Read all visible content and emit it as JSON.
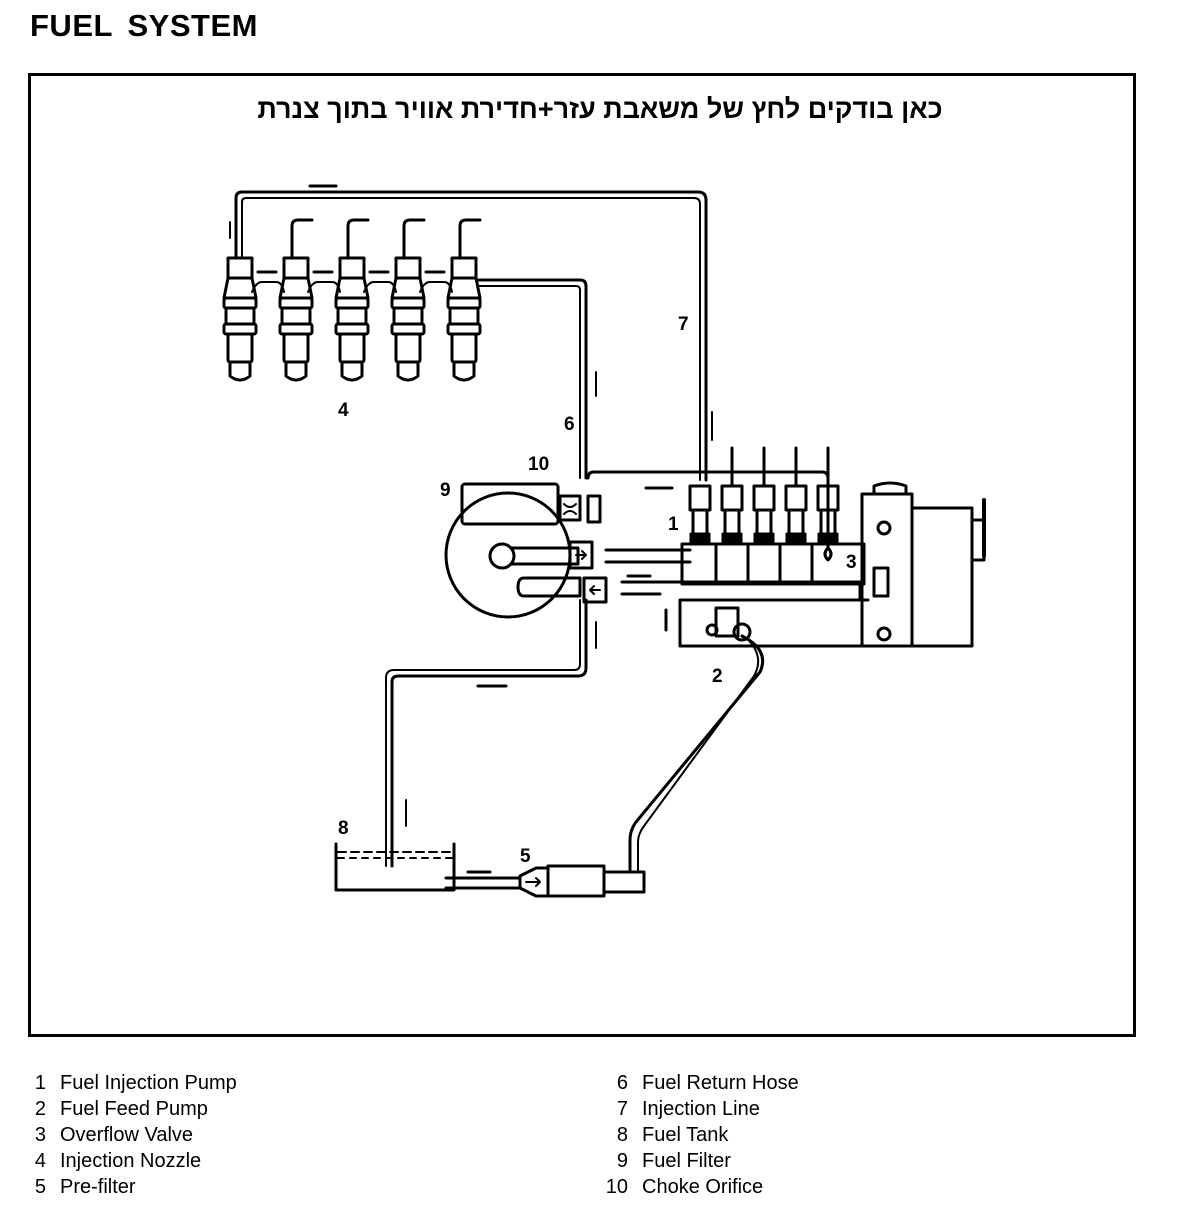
{
  "page": {
    "title": "FUEL SYSTEM",
    "note_hebrew": "כאן בודקים לחץ של משאבת עזר+חדירת אוויר בתוך צנרת"
  },
  "diagram": {
    "callouts": [
      {
        "id": "1",
        "text": "1"
      },
      {
        "id": "2",
        "text": "2"
      },
      {
        "id": "3",
        "text": "3"
      },
      {
        "id": "4",
        "text": "4"
      },
      {
        "id": "5",
        "text": "5"
      },
      {
        "id": "6",
        "text": "6"
      },
      {
        "id": "7",
        "text": "7"
      },
      {
        "id": "8",
        "text": "8"
      },
      {
        "id": "9",
        "text": "9"
      },
      {
        "id": "10",
        "text": "10"
      }
    ],
    "nozzle_count": 5,
    "pump_element_count": 5
  },
  "legend": {
    "left": [
      {
        "num": "1",
        "label": "Fuel Injection Pump"
      },
      {
        "num": "2",
        "label": "Fuel Feed Pump"
      },
      {
        "num": "3",
        "label": "Overflow Valve"
      },
      {
        "num": "4",
        "label": "Injection Nozzle"
      },
      {
        "num": "5",
        "label": "Pre-filter"
      }
    ],
    "right": [
      {
        "num": "6",
        "label": "Fuel Return Hose"
      },
      {
        "num": "7",
        "label": "Injection Line"
      },
      {
        "num": "8",
        "label": "Fuel Tank"
      },
      {
        "num": "9",
        "label": "Fuel Filter"
      },
      {
        "num": "10",
        "label": "Choke Orifice"
      }
    ]
  }
}
